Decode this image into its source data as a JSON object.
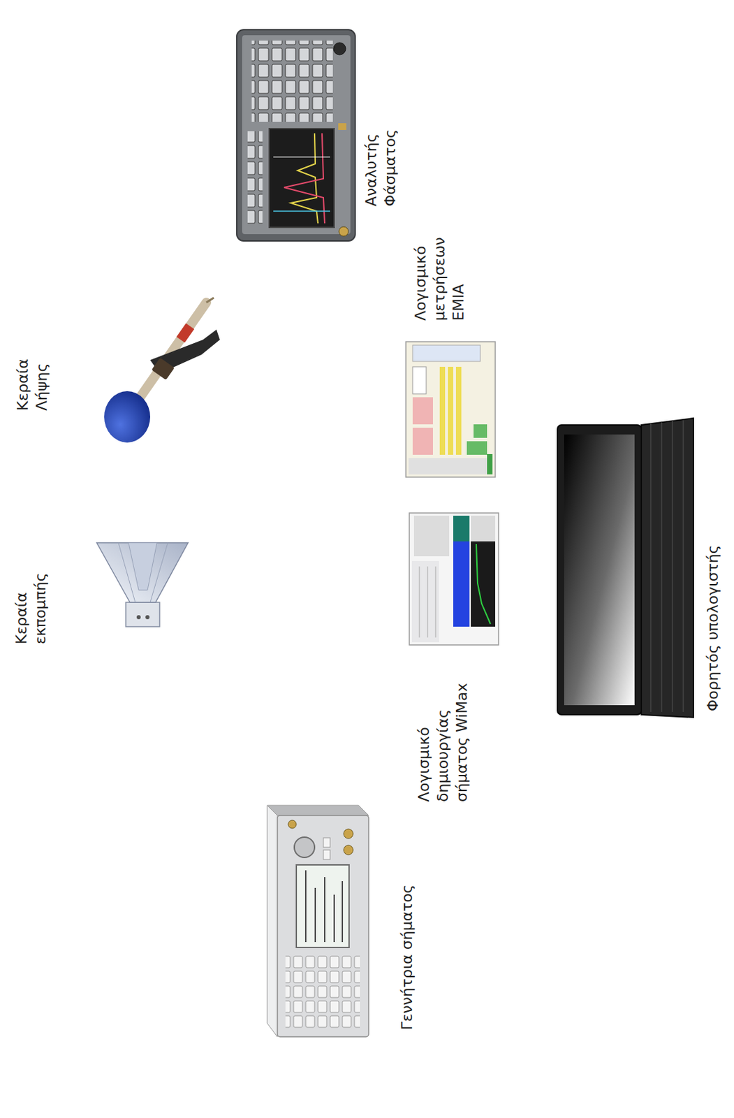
{
  "diagram": {
    "nodes": [
      {
        "text": [
          "Γεννήτρια σήματος"
        ]
      },
      {
        "text": [
          "Κεραία εκπομπής"
        ]
      },
      {
        "text": [
          "Κεραία Λήψης"
        ]
      },
      {
        "text": [
          "Αναλυτής Φάσματος"
        ]
      },
      {
        "text": [
          "Λογισμικό δημιουργίας σήματος WiMax"
        ]
      },
      {
        "text": [
          "Λογισμικό μετρήσεων EMIA"
        ]
      },
      {
        "text": [
          "Φορητός υπολογιστής"
        ]
      }
    ],
    "edges": [
      {
        "from": 6,
        "to": 0,
        "arrow": "both"
      },
      {
        "from": 0,
        "to": 1,
        "arrow": "to"
      },
      {
        "from": 2,
        "to": 3,
        "arrow": "to"
      },
      {
        "from": 3,
        "to": 6,
        "arrow": "both"
      },
      {
        "from": 6,
        "to": 4,
        "arrow": "none"
      },
      {
        "from": 6,
        "to": 5,
        "arrow": "none"
      }
    ]
  }
}
